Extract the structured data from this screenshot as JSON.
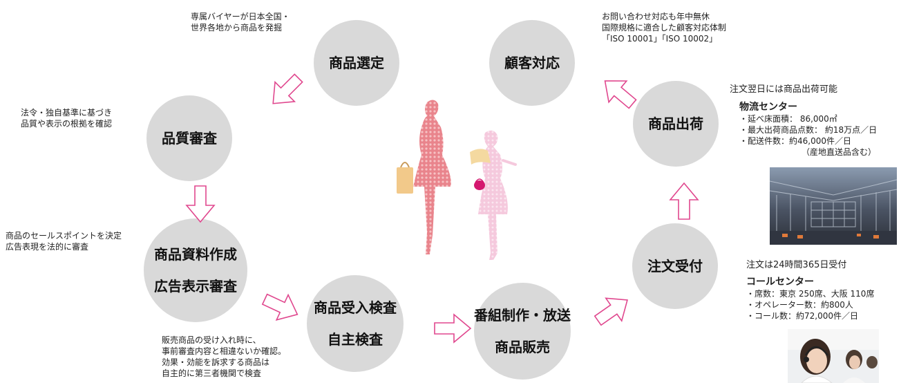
{
  "colors": {
    "circle": "#d9d9d9",
    "arrow": "#e0478e",
    "lady_left": "#e8838b",
    "lady_right": "#f4c6dc"
  },
  "circles": {
    "selection": "商品選定",
    "customer": "顧客対応",
    "quality": "品質審査",
    "shipping": "商品出荷",
    "materials": [
      "商品資料作成",
      "広告表示審査"
    ],
    "order": "注文受付",
    "inspection": [
      "商品受入検査",
      "自主検査"
    ],
    "broadcast": [
      "番組制作・放送",
      "商品販売"
    ]
  },
  "notes": {
    "selection": [
      "専属バイヤーが日本全国・",
      "世界各地から商品を発掘"
    ],
    "customer": [
      "お問い合わせ対応も年中無休",
      "国際規格に適合した顧客対応体制",
      "「ISO 10001」「ISO 10002」"
    ],
    "quality": [
      "法令・独自基準に基づき",
      "品質や表示の根拠を確認"
    ],
    "shipping": {
      "headline": "注文翌日には商品出荷可能",
      "title": "物流センター",
      "lines": [
        "・延べ床面積： 86,000㎡",
        "・最大出荷商品点数： 約18万点／日",
        "・配送件数：約46,000件／日",
        "（産地直送品含む）"
      ]
    },
    "materials": [
      "商品のセールスポイントを決定",
      "広告表現を法的に審査"
    ],
    "order": {
      "headline": "注文は24時間365日受付",
      "title": "コールセンター",
      "lines": [
        "・席数：東京 250席、大阪 110席",
        "・オペレーター数：約800人",
        "・コール数：約72,000件／日"
      ]
    },
    "inspection": [
      "販売商品の受け入れ時に、",
      "事前審査内容と相違ないか確認。",
      "効果・効能を訴求する商品は",
      "自主的に第三者機関で検査"
    ]
  },
  "icons": [
    "warehouse-photo",
    "call-center-photo",
    "shopping-women-illustration",
    "outline-arrow-icon"
  ]
}
